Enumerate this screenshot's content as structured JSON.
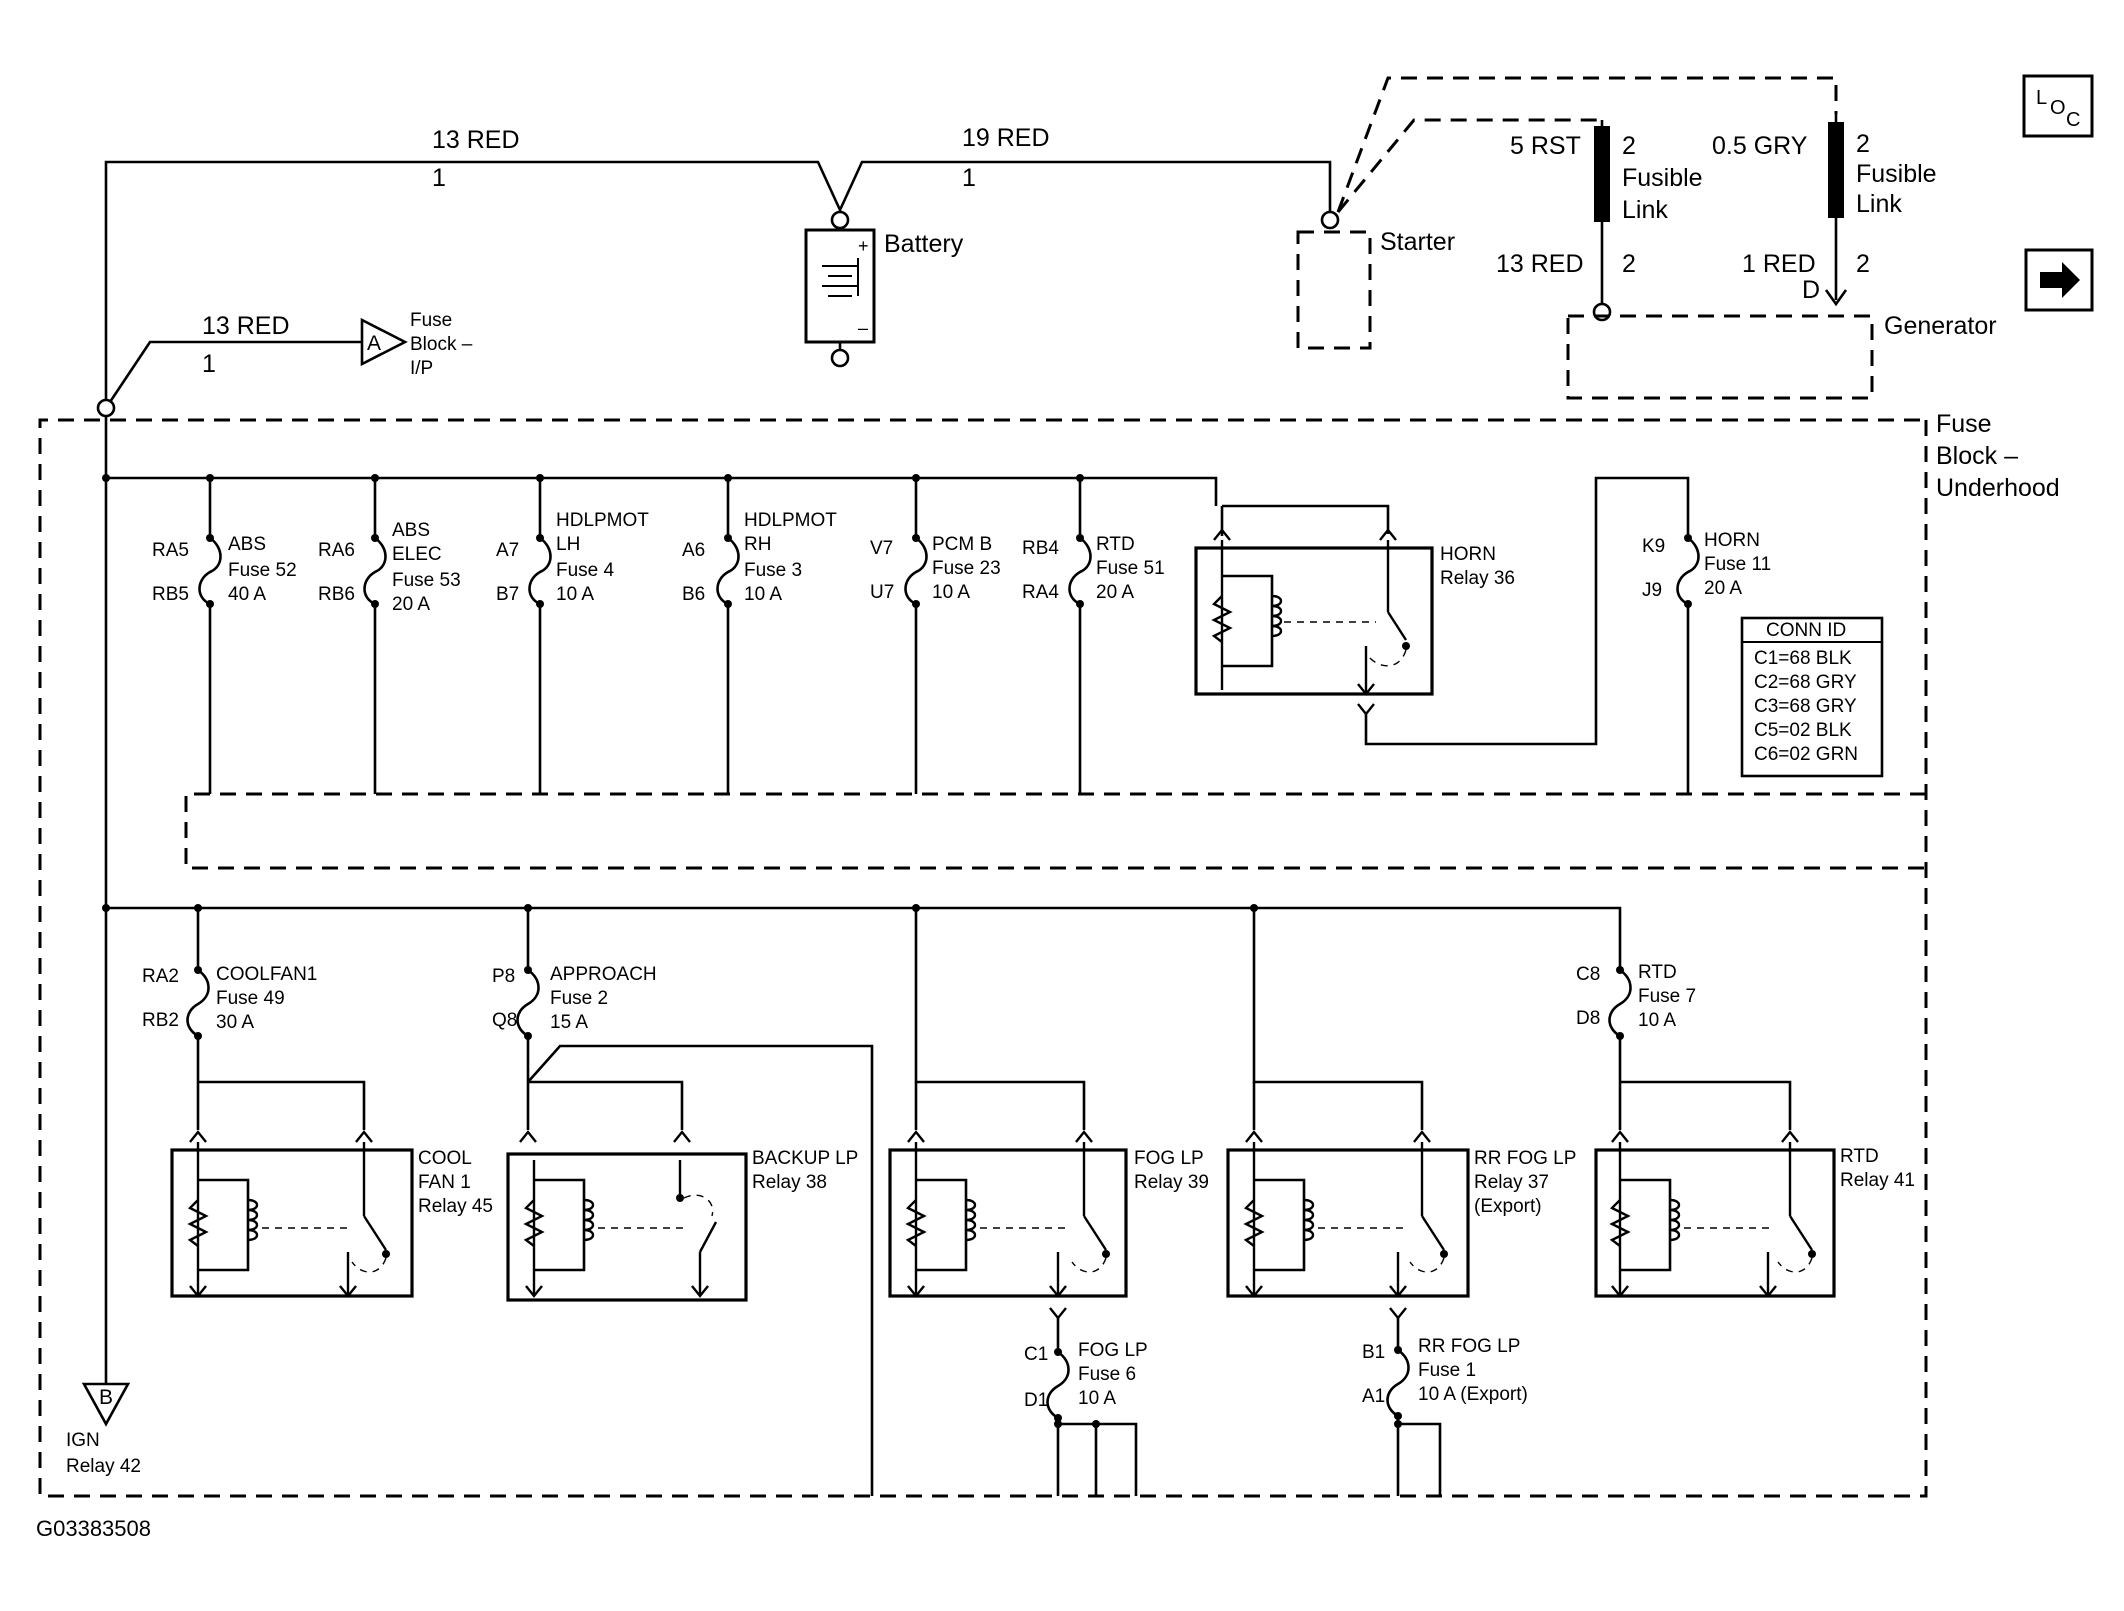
{
  "diagram_title_code": "G03383508",
  "top_wires": {
    "left_color": "13 RED",
    "left_circuit": "1",
    "right_color": "19 RED",
    "right_circuit": "1",
    "fuseblock_ip_color": "13 RED",
    "fuseblock_ip_circuit": "1"
  },
  "components": {
    "battery": "Battery",
    "starter": "Starter",
    "generator": "Generator",
    "fuse_block_ip": [
      "Fuse",
      "Block –",
      "I/P"
    ],
    "fuse_block_underhood": [
      "Fuse",
      "Block –",
      "Underhood"
    ],
    "ign_relay": [
      "IGN",
      "Relay 42"
    ],
    "connector_a": "A",
    "connector_b": "B"
  },
  "fusible_links": [
    {
      "top_wire": "5 RST",
      "top_pin": "2",
      "name": [
        "Fusible",
        "Link"
      ],
      "bottom_wire": "13 RED",
      "bottom_pin": "2",
      "terminal": ""
    },
    {
      "top_wire": "0.5 GRY",
      "top_pin": "2",
      "name": [
        "Fusible",
        "Link"
      ],
      "bottom_wire": "1 RED",
      "bottom_pin": "2",
      "terminal": "D"
    }
  ],
  "nav_icons": {
    "loc": {
      "L": "L",
      "O": "O",
      "C": "C"
    },
    "arrow": "arrow-right-icon"
  },
  "upper_fuses": [
    {
      "in": "RA5",
      "out": "RB5",
      "lines": [
        "ABS",
        "Fuse 52",
        "40 A"
      ]
    },
    {
      "in": "RA6",
      "out": "RB6",
      "lines": [
        "ABS",
        "ELEC",
        "Fuse 53",
        "20 A"
      ]
    },
    {
      "in": "A7",
      "out": "B7",
      "lines": [
        "HDLPMOT",
        "LH",
        "Fuse 4",
        "10 A"
      ]
    },
    {
      "in": "A6",
      "out": "B6",
      "lines": [
        "HDLPMOT",
        "RH",
        "Fuse 3",
        "10 A"
      ]
    },
    {
      "in": "V7",
      "out": "U7",
      "lines": [
        "PCM B",
        "Fuse 23",
        "10 A"
      ]
    },
    {
      "in": "RB4",
      "out": "RA4",
      "lines": [
        "RTD",
        "Fuse 51",
        "20 A"
      ]
    },
    {
      "in": "K9",
      "out": "J9",
      "lines": [
        "HORN",
        "Fuse 11",
        "20 A"
      ]
    }
  ],
  "horn_relay": [
    "HORN",
    "Relay 36"
  ],
  "conn_id": {
    "header": "CONN ID",
    "rows": [
      "C1=68 BLK",
      "C2=68 GRY",
      "C3=68 GRY",
      "C5=02 BLK",
      "C6=02 GRN"
    ]
  },
  "lower_fuses": [
    {
      "in": "RA2",
      "out": "RB2",
      "lines": [
        "COOLFAN1",
        "Fuse 49",
        "30 A"
      ]
    },
    {
      "in": "P8",
      "out": "Q8",
      "lines": [
        "APPROACH",
        "Fuse 2",
        "15 A"
      ]
    },
    {
      "in": "C8",
      "out": "D8",
      "lines": [
        "RTD",
        "Fuse 7",
        "10 A"
      ]
    },
    {
      "in": "C1",
      "out": "D1",
      "lines": [
        "FOG LP",
        "Fuse 6",
        "10 A"
      ]
    },
    {
      "in": "B1",
      "out": "A1",
      "lines": [
        "RR FOG LP",
        "Fuse 1",
        "10 A (Export)"
      ]
    }
  ],
  "lower_relays": [
    {
      "lines": [
        "COOL",
        "FAN 1",
        "Relay 45"
      ]
    },
    {
      "lines": [
        "BACKUP LP",
        "Relay 38"
      ]
    },
    {
      "lines": [
        "FOG LP",
        "Relay 39"
      ]
    },
    {
      "lines": [
        "RR FOG LP",
        "Relay 37",
        "(Export)"
      ]
    },
    {
      "lines": [
        "RTD",
        "Relay 41"
      ]
    }
  ]
}
